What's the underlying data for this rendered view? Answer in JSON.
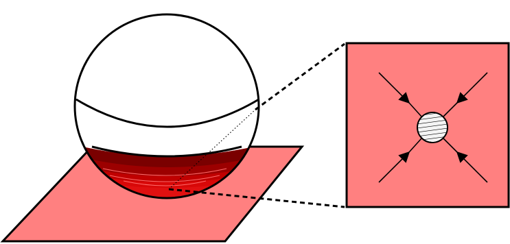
{
  "figure": {
    "description_visible_text": "",
    "colors": {
      "plane": "#ff8080",
      "outline": "#000000",
      "sphere_fill": "#ffffff",
      "cap_dark": "#7a0000",
      "cap_mid": "#b00000",
      "cap_bright": "#e01010",
      "inset_fill": "#ff8080",
      "particle_fill": "#f4f4f4"
    },
    "elements": {
      "plane": "tilted-plane",
      "sphere": "sphere",
      "equator": "sphere-equator",
      "cap": "red-cap",
      "inset": "zoom-inset",
      "particle": "particle",
      "arrows": [
        "arrow-top-left",
        "arrow-top-right",
        "arrow-bottom-left",
        "arrow-bottom-right"
      ]
    }
  }
}
